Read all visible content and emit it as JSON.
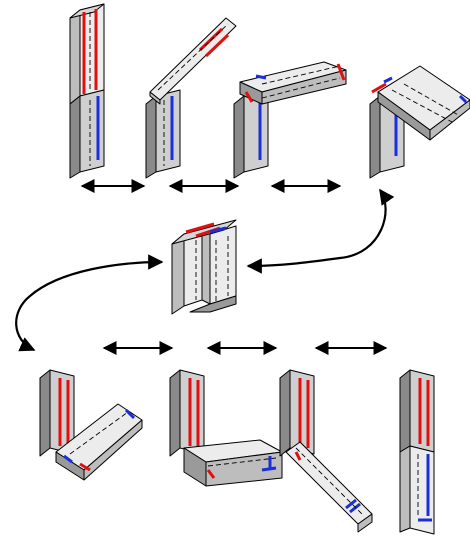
{
  "colors": {
    "face_light": "#ececec",
    "face_mid": "#bdbdbd",
    "face_dark": "#8a8a8a",
    "stripe_red": "#e01010",
    "stripe_blue": "#1a2fd8",
    "arrow": "#000000"
  },
  "diagram": {
    "top_row_states": [
      "stacked",
      "tilt-45",
      "fold-horizontal",
      "fold-over"
    ],
    "center_state": "folded-compact",
    "bottom_row_states": [
      "hang-left",
      "fold-horizontal-down",
      "tilt-down",
      "stacked-inverted"
    ],
    "connections": [
      {
        "from": "top-1",
        "to": "top-2",
        "kind": "double-arrow"
      },
      {
        "from": "top-2",
        "to": "top-3",
        "kind": "double-arrow"
      },
      {
        "from": "top-3",
        "to": "top-4",
        "kind": "double-arrow"
      },
      {
        "from": "top-4",
        "to": "center",
        "kind": "curved-arrow"
      },
      {
        "from": "center",
        "to": "bottom-1",
        "kind": "curved-arrow"
      },
      {
        "from": "bottom-1",
        "to": "bottom-2",
        "kind": "double-arrow"
      },
      {
        "from": "bottom-2",
        "to": "bottom-3",
        "kind": "double-arrow"
      },
      {
        "from": "bottom-3",
        "to": "bottom-4",
        "kind": "double-arrow"
      }
    ]
  }
}
